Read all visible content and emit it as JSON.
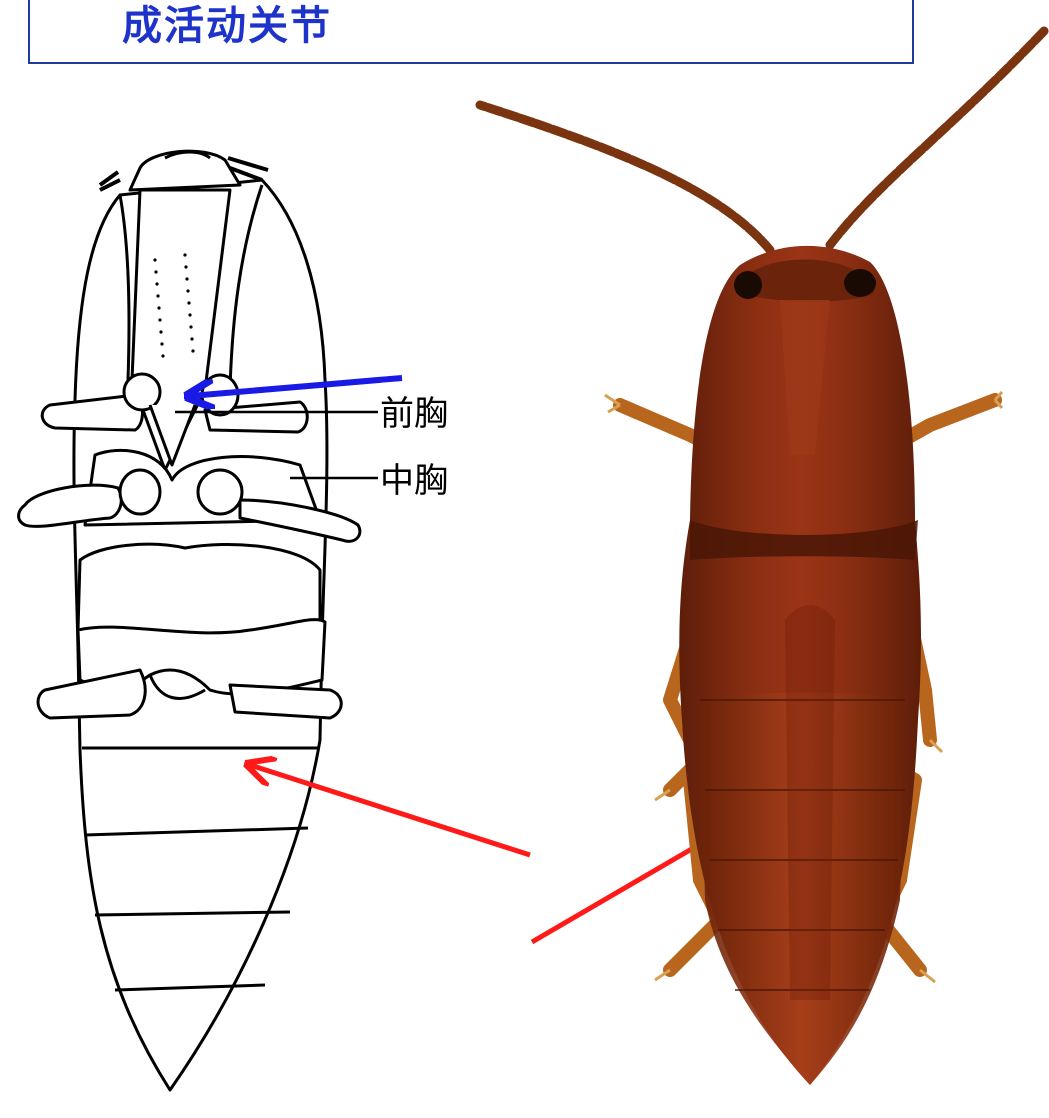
{
  "title": "成活动关节",
  "labels": {
    "prothorax": "前胸",
    "mesothorax": "中胸"
  },
  "colors": {
    "title_text": "#1d33c9",
    "title_border": "#1f3b9c",
    "blue_arrow": "#1a1ae6",
    "red_arrow": "#ff1a1a",
    "beetle_body": "#8a2e12",
    "beetle_dark": "#5a1a08",
    "beetle_leg": "#b8651e"
  },
  "icons": [
    "blue-arrow-icon",
    "red-arrow-icon"
  ]
}
